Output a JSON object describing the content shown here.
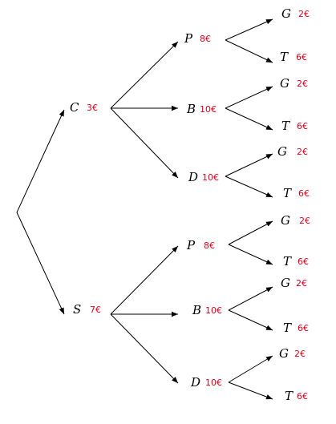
{
  "colors": {
    "edge": "#000000",
    "price": "#e0001b"
  },
  "tree": {
    "children": [
      {
        "label": "C",
        "price": "3€",
        "children": [
          {
            "label": "P",
            "price": "8€",
            "children": [
              {
                "label": "G",
                "price": "2€"
              },
              {
                "label": "T",
                "price": "6€"
              }
            ]
          },
          {
            "label": "B",
            "price": "10€",
            "children": [
              {
                "label": "G",
                "price": "2€"
              },
              {
                "label": "T",
                "price": "6€"
              }
            ]
          },
          {
            "label": "D",
            "price": "10€",
            "children": [
              {
                "label": "G",
                "price": "2€"
              },
              {
                "label": "T",
                "price": "6€"
              }
            ]
          }
        ]
      },
      {
        "label": "S",
        "price": "7€",
        "children": [
          {
            "label": "P",
            "price": "8€",
            "children": [
              {
                "label": "G",
                "price": "2€"
              },
              {
                "label": "T",
                "price": "6€"
              }
            ]
          },
          {
            "label": "B",
            "price": "10€",
            "children": [
              {
                "label": "G",
                "price": "2€"
              },
              {
                "label": "T",
                "price": "6€"
              }
            ]
          },
          {
            "label": "D",
            "price": "10€",
            "children": [
              {
                "label": "G",
                "price": "2€"
              },
              {
                "label": "T",
                "price": "6€"
              }
            ]
          }
        ]
      }
    ]
  }
}
